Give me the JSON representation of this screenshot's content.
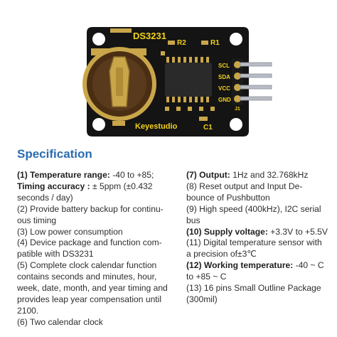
{
  "board": {
    "chip_label": "DS3231",
    "brand_label": "Keyestudio",
    "silk_r1": "R1",
    "silk_r2": "R2",
    "silk_c1": "C1",
    "silk_j1": "J1",
    "pins": [
      "SCL",
      "SDA",
      "VCC",
      "GND"
    ],
    "colors": {
      "pcb": "#141414",
      "silk": "#f2d21b",
      "pads": "#c9a64a",
      "pins": "#b8bcc4",
      "header": "#1a1a1a"
    }
  },
  "spec": {
    "title": "Specification",
    "title_color": "#2b6cb0",
    "left": [
      {
        "label": "(1) Temperature range:",
        "text": " -40 to +85;"
      },
      {
        "label": "Timing accuracy :",
        "text": " ± 5ppm (±0.432 seconds / day)"
      },
      {
        "label": "",
        "text": "(2) Provide battery backup for continu-ous timing"
      },
      {
        "label": "",
        "text": "(3) Low power consumption"
      },
      {
        "label": "",
        "text": "(4) Device package and function com-patible with DS3231"
      },
      {
        "label": "",
        "text": "(5) Complete clock calendar function contains seconds and minutes, hour, week, date, month, and year timing and provides leap year compensation until 2100."
      },
      {
        "label": "",
        "text": "(6) Two calendar clock"
      }
    ],
    "right": [
      {
        "label": "(7) Output:",
        "text": " 1Hz and 32.768kHz"
      },
      {
        "label": "",
        "text": "(8) Reset output and Input De-bounce of Pushbutton"
      },
      {
        "label": "",
        "text": "(9) High speed (400kHz), I2C serial bus"
      },
      {
        "label": "(10) Supply voltage:",
        "text": " +3.3V to +5.5V"
      },
      {
        "label": "",
        "text": "(11) Digital temperature sensor with a precision of±3℃"
      },
      {
        "label": "(12) Working temperature:",
        "text": " -40 ~ C to +85 ~ C"
      },
      {
        "label": "",
        "text": "(13) 16 pins Small Outline Package (300mil)"
      }
    ]
  }
}
